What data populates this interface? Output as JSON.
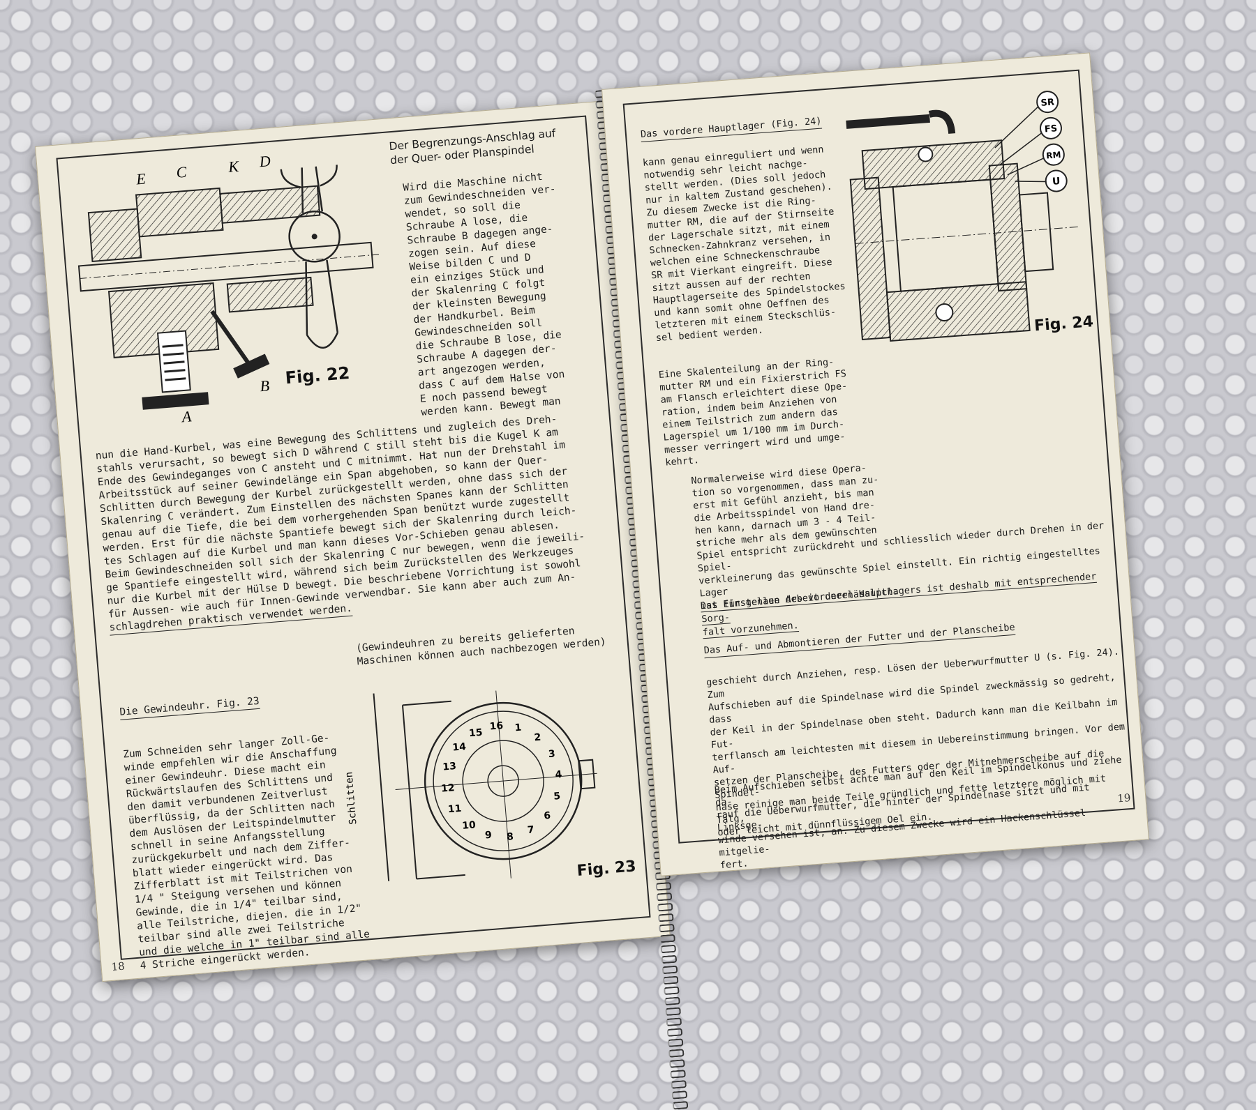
{
  "left_page": {
    "page_number": "18",
    "fig22": {
      "caption": "Fig. 22",
      "labels": {
        "E": "E",
        "C": "C",
        "K": "K",
        "D": "D",
        "B": "B",
        "A": "A"
      },
      "title_lines": [
        "Der Begrenzungs-Anschlag auf",
        "der Quer- oder Planspindel"
      ]
    },
    "side_text": [
      "Wird die Maschine nicht",
      "zum Gewindeschneiden ver-",
      "wendet, so soll die",
      "Schraube A lose, die",
      "Schraube B dagegen ange-",
      "zogen sein. Auf diese",
      "Weise bilden C und D",
      "ein einziges Stück und",
      "der Skalenring C folgt",
      "der kleinsten Bewegung",
      "der Handkurbel. Beim",
      "Gewindeschneiden soll",
      "die Schraube B lose, die",
      "Schraube A dagegen der-",
      "art angezogen werden,",
      "dass C auf dem Halse von",
      "E noch passend bewegt",
      "werden kann. Bewegt man"
    ],
    "main_text": [
      "nun die Hand-Kurbel, was eine Bewegung des Schlittens und zugleich des Dreh-",
      "stahls verursacht, so bewegt sich D während C still steht bis die Kugel K am",
      "Ende des Gewindeganges von C ansteht und C mitnimmt. Hat nun der Drehstahl im",
      "Arbeitsstück auf seiner Gewindelänge ein Span abgehoben, so kann der Quer-",
      "Schlitten durch Bewegung der Kurbel zurückgestellt werden, ohne dass sich der",
      "Skalenring C verändert. Zum Einstellen des nächsten Spanes kann der Schlitten",
      "genau auf die Tiefe, die bei dem vorhergehenden Span benützt wurde zugestellt",
      "werden. Erst für die nächste Spantiefe bewegt sich der Skalenring durch leich-",
      "tes Schlagen auf die Kurbel und man kann dieses Vor-Schieben genau ablesen.",
      "Beim Gewindeschneiden soll sich der Skalenring C nur bewegen, wenn die jeweili-",
      "ge Spantiefe eingestellt wird, während sich beim Zurückstellen des Werkzeuges",
      "nur die Kurbel mit der Hülse D bewegt. Die beschriebene Vorrichtung ist sowohl",
      "für Aussen- wie auch für Innen-Gewinde verwendbar. Sie kann aber auch zum An-",
      "schlagdrehen praktisch verwendet werden."
    ],
    "gewindeuhr_heading": "Die Gewindeuhr. Fig. 23",
    "gewindeuhr_note": [
      "(Gewindeuhren zu bereits gelieferten",
      "Maschinen können auch nachbezogen werden)"
    ],
    "gewindeuhr_text": [
      "Zum Schneiden sehr langer Zoll-Ge-",
      "winde empfehlen wir die Anschaffung",
      "einer Gewindeuhr. Diese macht ein",
      "Rückwärtslaufen des Schlittens und",
      "den damit verbundenen Zeitverlust",
      "überflüssig, da der Schlitten nach",
      "dem Auslösen der Leitspindelmutter",
      "schnell in seine Anfangsstellung",
      "zurückgekurbelt und nach dem Ziffer-",
      "blatt wieder eingerückt wird. Das",
      "Zifferblatt ist mit Teilstrichen von",
      "1/4 \" Steigung versehen und können",
      "Gewinde, die in 1/4\" teilbar sind,",
      "alle Teilstriche, diejen. die in 1/2\"",
      "teilbar sind alle zwei Teilstriche",
      "und die welche in 1\" teilbar sind alle",
      "4 Striche eingerückt werden."
    ],
    "fig23": {
      "caption": "Fig. 23",
      "schlitten_label": "Schlitten",
      "dial_numbers": [
        "1",
        "2",
        "3",
        "4",
        "5",
        "6",
        "7",
        "8",
        "9",
        "10",
        "11",
        "12",
        "13",
        "14",
        "15",
        "16"
      ]
    }
  },
  "right_page": {
    "page_number": "19",
    "hauptlager_heading": "Das vordere Hauptlager (Fig. 24)",
    "hauptlager_text": [
      "kann genau einreguliert und wenn",
      "notwendig sehr leicht nachge-",
      "stellt werden. (Dies soll jedoch",
      "nur in kaltem Zustand geschehen).",
      "Zu diesem Zwecke ist die Ring-",
      "mutter RM, die auf der Stirnseite",
      "der Lagerschale sitzt, mit einem",
      "Schnecken-Zahnkranz versehen, in",
      "welchen eine Schneckenschraube",
      "SR mit Vierkant eingreift. Diese",
      "sitzt aussen auf der rechten",
      "Hauptlagerseite des Spindelstockes",
      "und kann somit ohne Oeffnen des",
      "letzteren mit einem Steckschlüs-",
      "sel bedient werden."
    ],
    "skalen_text": [
      "Eine Skalenteilung an der Ring-",
      "mutter RM und ein Fixierstrich FS",
      "am Flansch erleichtert diese Ope-",
      "ration, indem beim Anziehen von",
      "einem Teilstrich zum andern das",
      "Lagerspiel um 1/100 mm im Durch-",
      "messer verringert wird und umge-",
      "kehrt."
    ],
    "normal_text": [
      "Normalerweise wird diese Opera-",
      "tion so vorgenommen, dass man zu-",
      "erst mit Gefühl anzieht, bis man",
      "die Arbeitsspindel von Hand dre-",
      "hen kann, darnach um 3 - 4 Teil-",
      "striche mehr als dem gewünschten",
      "Spiel entspricht zurückdreht und schliesslich wieder durch Drehen in der Spiel-",
      "verkleinerung das gewünschte Spiel einstellt. Ein richtig eingestelltes Lager",
      "ist für genaue Arbeit unerlässlich."
    ],
    "important_lines": [
      "Das Einstellen des vorderen Hauptlagers ist deshalb mit entsprechender Sorg-",
      "falt vorzunehmen."
    ],
    "futter_heading": "Das Auf- und Abmontieren der Futter und der Planscheibe",
    "futter_text": [
      "geschieht durch Anziehen, resp. Lösen der Ueberwurfmutter U (s. Fig. 24). Zum",
      "Aufschieben auf die Spindelnase wird die Spindel zweckmässig so gedreht, dass",
      "der Keil in der Spindelnase oben steht. Dadurch kann man die Keilbahn im Fut-",
      "terflansch am leichtesten mit diesem in Uebereinstimmung bringen. Vor dem Auf-",
      "setzen der Planscheibe, des Futters oder der Mitnehmerscheibe auf die Spindel-",
      "nase reinige man beide Teile gründlich und fette letztere möglich mit Talg,",
      "oder leicht mit dünnflüssigem Oel ein."
    ],
    "aufschieben_text": [
      "Beim Aufschieben selbst achte man auf den Keil im Spindelkonus und ziehe da-",
      "rauf die Ueberwurfmutter, die hinter der Spindelnase sitzt und mit Linksge-",
      "winde versehen ist, an. Zu diesem Zwecke wird ein Hackenschlüssel mitgelie-",
      "fert."
    ],
    "fig24": {
      "caption": "Fig. 24",
      "callouts": [
        "SR",
        "FS",
        "RM",
        "U"
      ]
    }
  }
}
